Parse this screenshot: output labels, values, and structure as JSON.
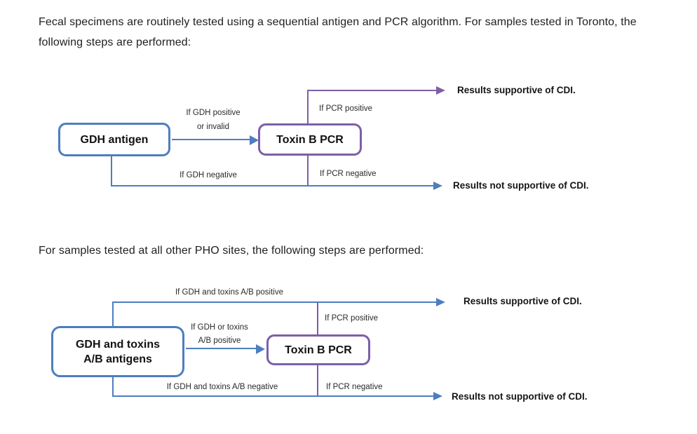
{
  "intro": {
    "toronto": "Fecal specimens are routinely tested using a sequential antigen and PCR algorithm. For samples tested in Toronto, the following steps are performed:",
    "other_sites": "For samples tested at all other PHO sites, the following steps are performed:"
  },
  "colors": {
    "blue": "#4d7ec0",
    "purple": "#7d5fa8"
  },
  "toronto_flow": {
    "start_node": "GDH antigen",
    "pcr_node": "Toxin B PCR",
    "gdh_positive_label_line1": "If GDH positive",
    "gdh_positive_label_line2": "or invalid",
    "gdh_negative_label": "If GDH negative",
    "pcr_positive_label": "If PCR positive",
    "pcr_negative_label": "If PCR negative",
    "result_supportive": "Results supportive of CDI.",
    "result_not_supportive": "Results not supportive of CDI."
  },
  "other_flow": {
    "start_node_line1": "GDH and toxins",
    "start_node_line2": "A/B antigens",
    "pcr_node": "Toxin B PCR",
    "both_positive_label": "If GDH and toxins A/B positive",
    "either_positive_label_line1": "If GDH or toxins",
    "either_positive_label_line2": "A/B positive",
    "both_negative_label": "If GDH and toxins A/B negative",
    "pcr_positive_label": "If PCR positive",
    "pcr_negative_label": "If PCR negative",
    "result_supportive": "Results supportive of CDI.",
    "result_not_supportive": "Results not supportive of CDI."
  }
}
